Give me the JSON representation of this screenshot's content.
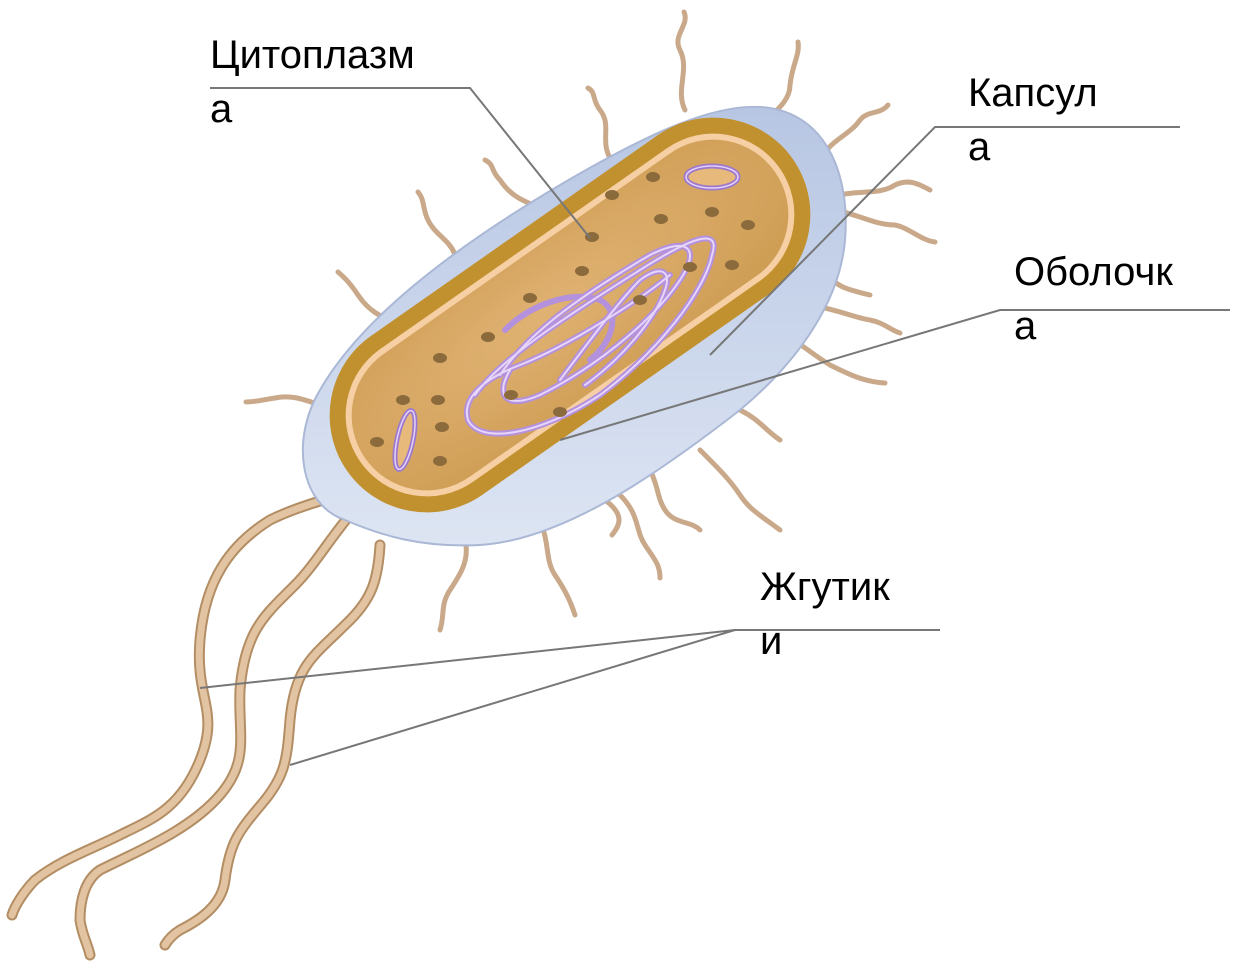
{
  "labels": {
    "cytoplasm": {
      "line1": "Цитоплазм",
      "line2": "а"
    },
    "capsule": {
      "line1": "Капсул",
      "line2": "а"
    },
    "cell_wall": {
      "line1": "Оболочк",
      "line2": "а"
    },
    "flagella": {
      "line1": "Жгутик",
      "line2": "и"
    }
  },
  "colors": {
    "capsule": "#c9d6ea",
    "cell_wall": "#c2912f",
    "membrane": "#f6cfa4",
    "cytoplasm": "#d8a65e",
    "nucleoid": "#c9a6ee",
    "ribosome": "#8b6a3c",
    "pili": "#c9a98a",
    "flagellum": "#c9a47e",
    "leader_line": "#777777"
  }
}
